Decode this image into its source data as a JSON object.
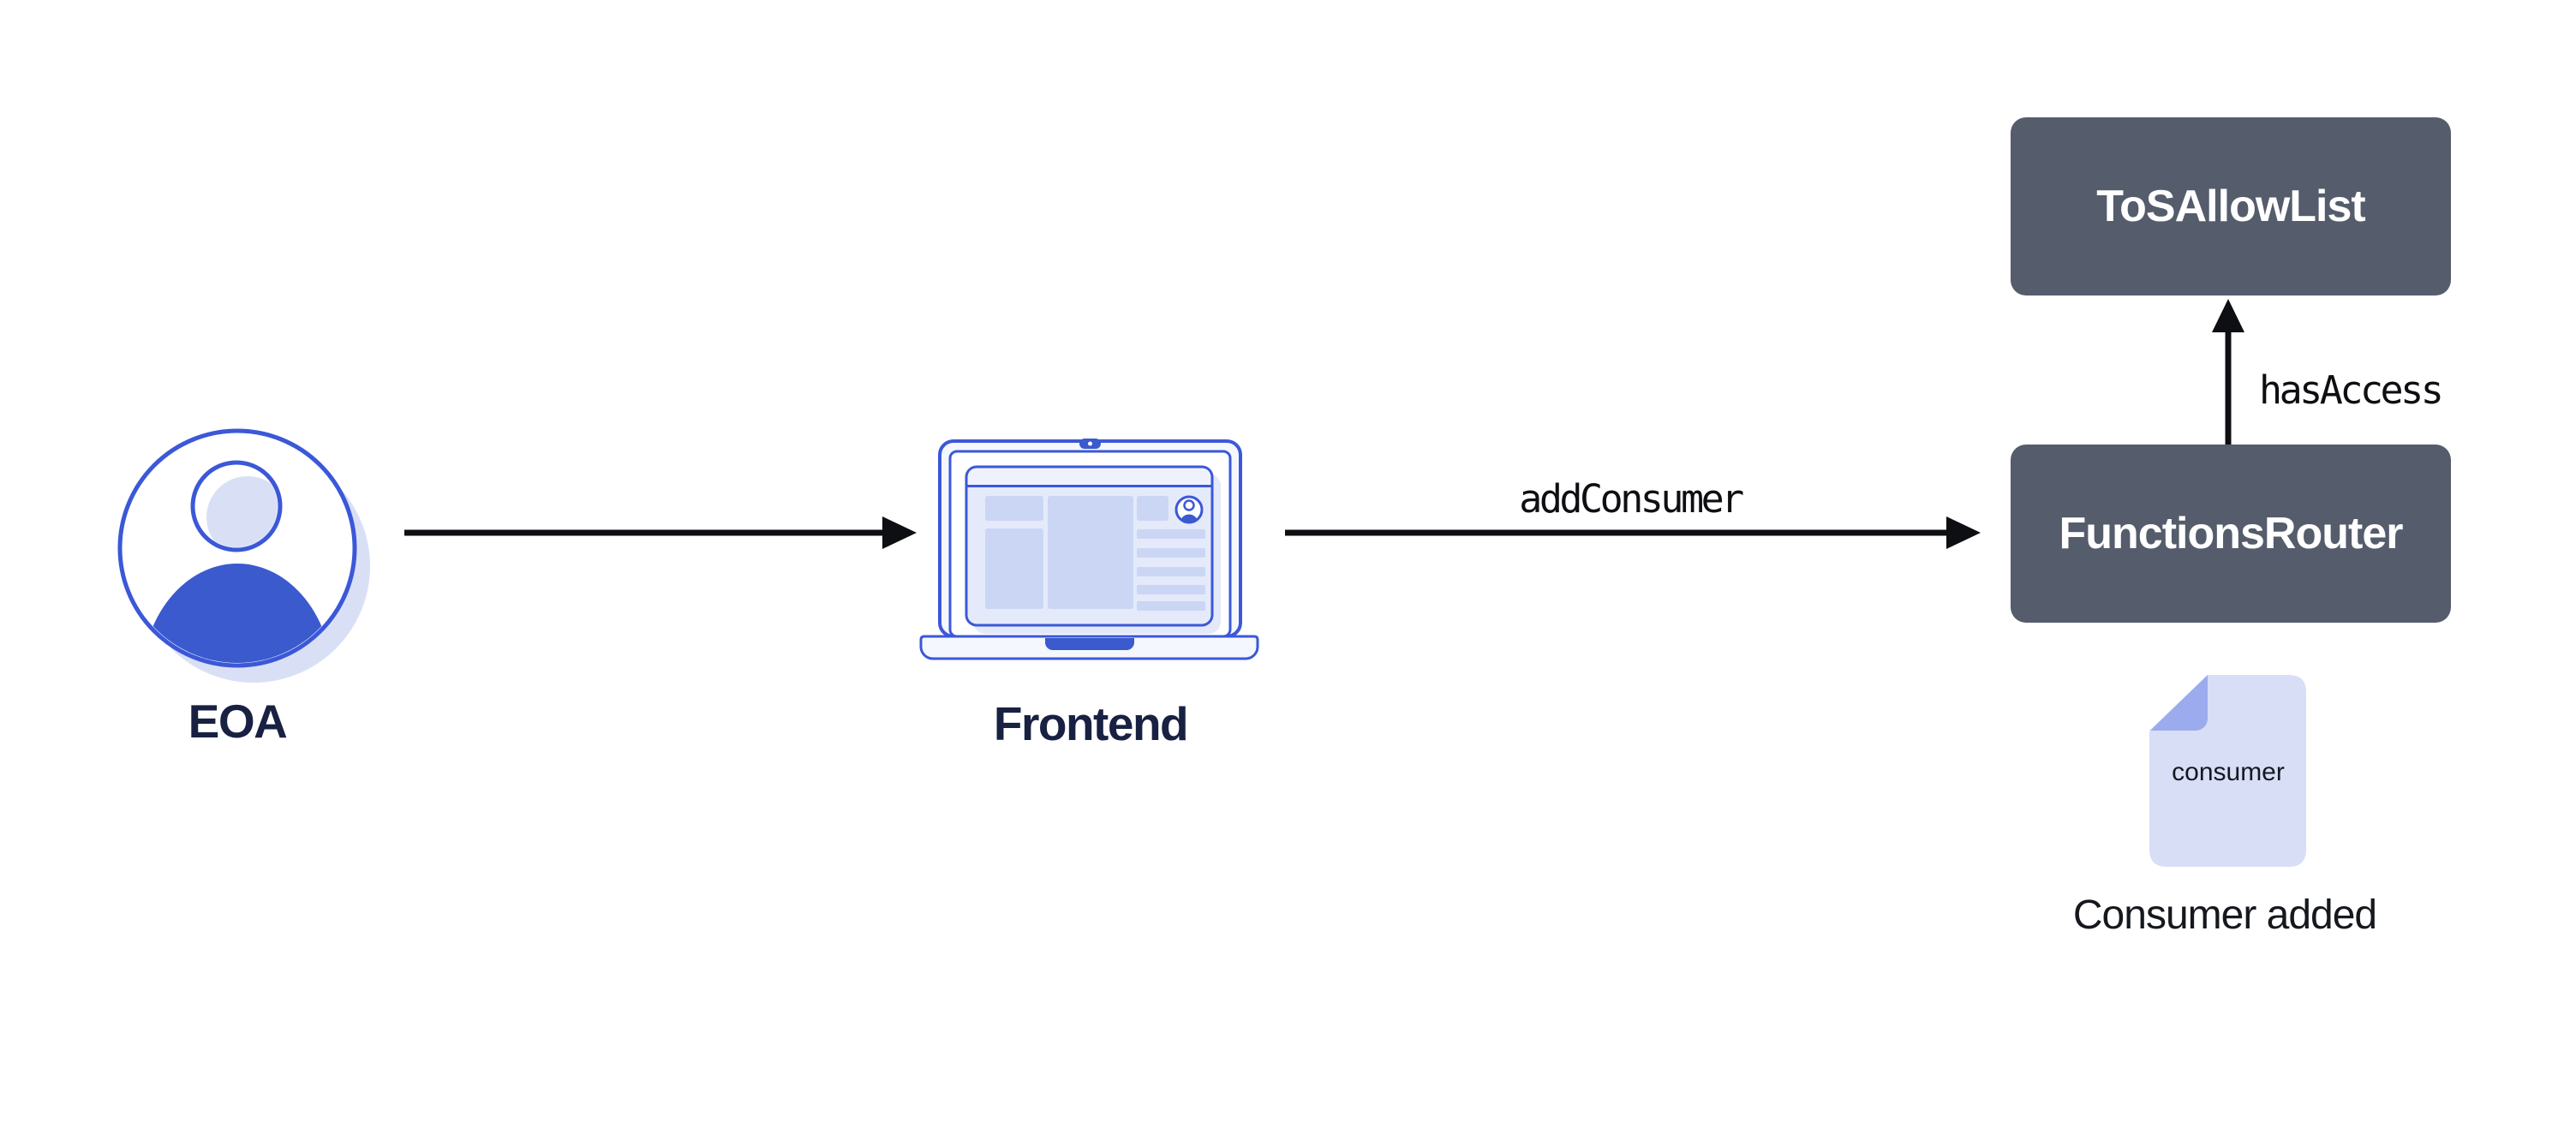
{
  "diagram": {
    "nodes": {
      "eoa": {
        "label": "EOA",
        "icon": "person-icon"
      },
      "frontend": {
        "label": "Frontend",
        "icon": "laptop-icon"
      },
      "functions_router": {
        "label": "FunctionsRouter",
        "type": "contract-box"
      },
      "tos_allow_list": {
        "label": "ToSAllowList",
        "type": "contract-box"
      },
      "consumer_doc": {
        "label": "consumer",
        "icon": "document-icon",
        "caption": "Consumer added"
      }
    },
    "edges": [
      {
        "from": "eoa",
        "to": "frontend",
        "label": ""
      },
      {
        "from": "frontend",
        "to": "functions_router",
        "label": "addConsumer"
      },
      {
        "from": "functions_router",
        "to": "tos_allow_list",
        "label": "hasAccess"
      }
    ],
    "colors": {
      "accent_blue": "#3B58D8",
      "blue_fill": "#3A5ACE",
      "lavender": "#D9E0F6",
      "panel_fill": "#E4EAFA",
      "panel_top": "#EFF2FC",
      "block_fill": "#CBD6F4",
      "doc_fill": "#D8DEF6",
      "fold_fill": "#9BABEE",
      "slate": "#555C6B",
      "navy": "#182142",
      "ink": "#0E0F12",
      "background": "#FFFFFF"
    }
  }
}
